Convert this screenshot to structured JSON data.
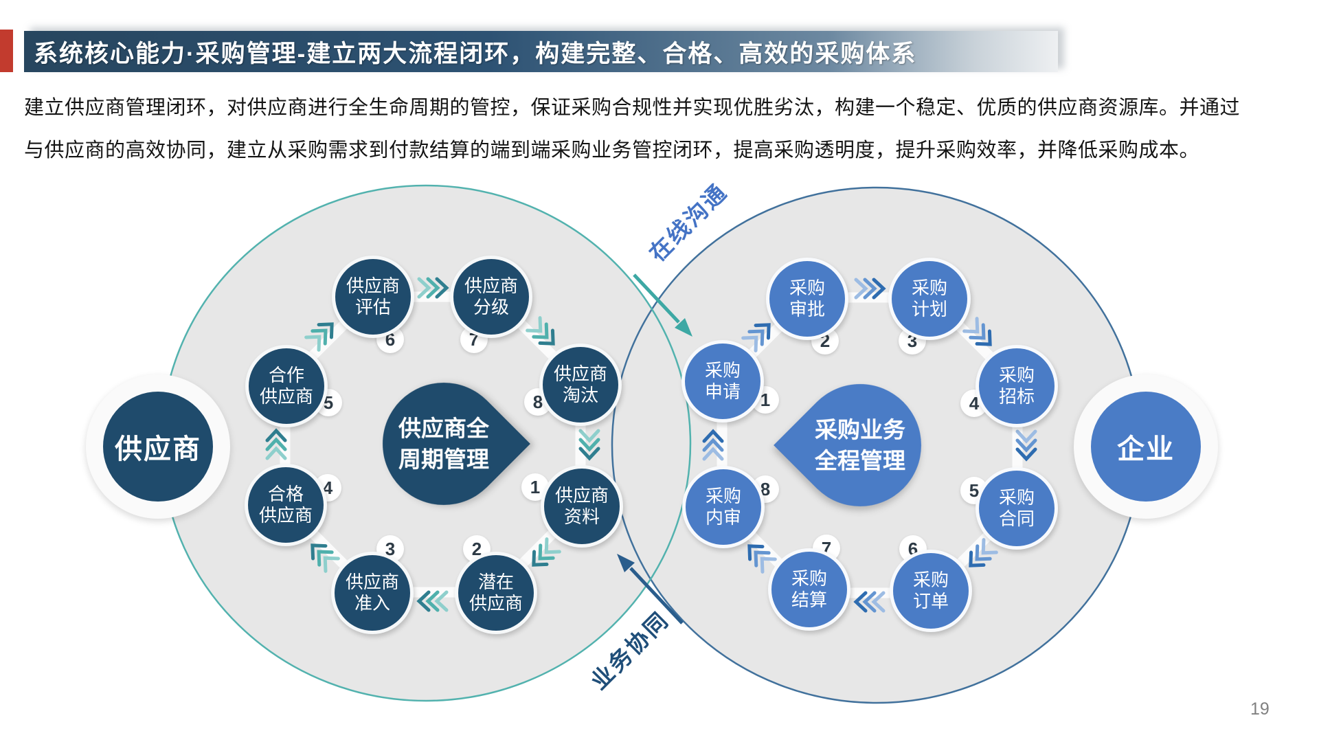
{
  "title": "系统核心能力·采购管理-建立两大流程闭环，构建完整、合格、高效的采购体系",
  "intro": {
    "line1": "建立供应商管理闭环，对供应商进行全生命周期的管控，保证采购合规性并实现优胜劣汰，构建一个稳定、优质的供应商资源库。并通过",
    "line2": "与供应商的高效协同，建立从采购需求到付款结算的端到端采购业务管控闭环，提高采购透明度，提升采购效率，并降低采购成本。"
  },
  "supplier_loop": {
    "entity": "供应商",
    "center": {
      "line1": "供应商全",
      "line2": "周期管理"
    },
    "nodes": [
      {
        "num": "1",
        "line1": "供应商",
        "line2": "资料"
      },
      {
        "num": "2",
        "line1": "潜在",
        "line2": "供应商"
      },
      {
        "num": "3",
        "line1": "供应商",
        "line2": "准入"
      },
      {
        "num": "4",
        "line1": "合格",
        "line2": "供应商"
      },
      {
        "num": "5",
        "line1": "合作",
        "line2": "供应商"
      },
      {
        "num": "6",
        "line1": "供应商",
        "line2": "评估"
      },
      {
        "num": "7",
        "line1": "供应商",
        "line2": "分级"
      },
      {
        "num": "8",
        "line1": "供应商",
        "line2": "淘汰"
      }
    ]
  },
  "procurement_loop": {
    "entity": "企业",
    "center": {
      "line1": "采购业务",
      "line2": "全程管理"
    },
    "nodes": [
      {
        "num": "1",
        "line1": "采购",
        "line2": "申请"
      },
      {
        "num": "2",
        "line1": "采购",
        "line2": "审批"
      },
      {
        "num": "3",
        "line1": "采购",
        "line2": "计划"
      },
      {
        "num": "4",
        "line1": "采购",
        "line2": "招标"
      },
      {
        "num": "5",
        "line1": "采购",
        "line2": "合同"
      },
      {
        "num": "6",
        "line1": "采购",
        "line2": "订单"
      },
      {
        "num": "7",
        "line1": "采购",
        "line2": "结算"
      },
      {
        "num": "8",
        "line1": "采购",
        "line2": "内审"
      }
    ]
  },
  "links": {
    "top_label": "在线沟通",
    "bottom_label": "业务协同"
  },
  "page_number": "19",
  "colors": {
    "navy": "#1f4b6c",
    "blue": "#4a7cc6",
    "teal_border": "#52b2ae",
    "blue_border": "#41719c",
    "accent_red": "#c23b2e",
    "title_bar_dark": "#27465f",
    "circle_gray": "#e7e7e7"
  }
}
